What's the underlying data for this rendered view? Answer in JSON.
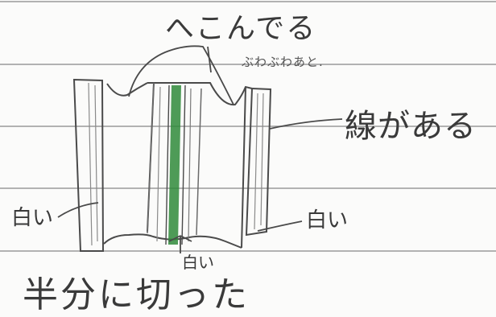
{
  "annotations": {
    "top": "へこんでる",
    "top_small": "ぶわぶわあと.",
    "right": "線がある",
    "left_white": "白い",
    "right_white": "白い",
    "bottom_white": "白い",
    "caption": "半分に切った"
  },
  "colors": {
    "paper": "#fbfbfa",
    "ruled_line": "#9a9a9a",
    "pencil": "#4a4a4a",
    "green_center": "#2f8a3a"
  }
}
